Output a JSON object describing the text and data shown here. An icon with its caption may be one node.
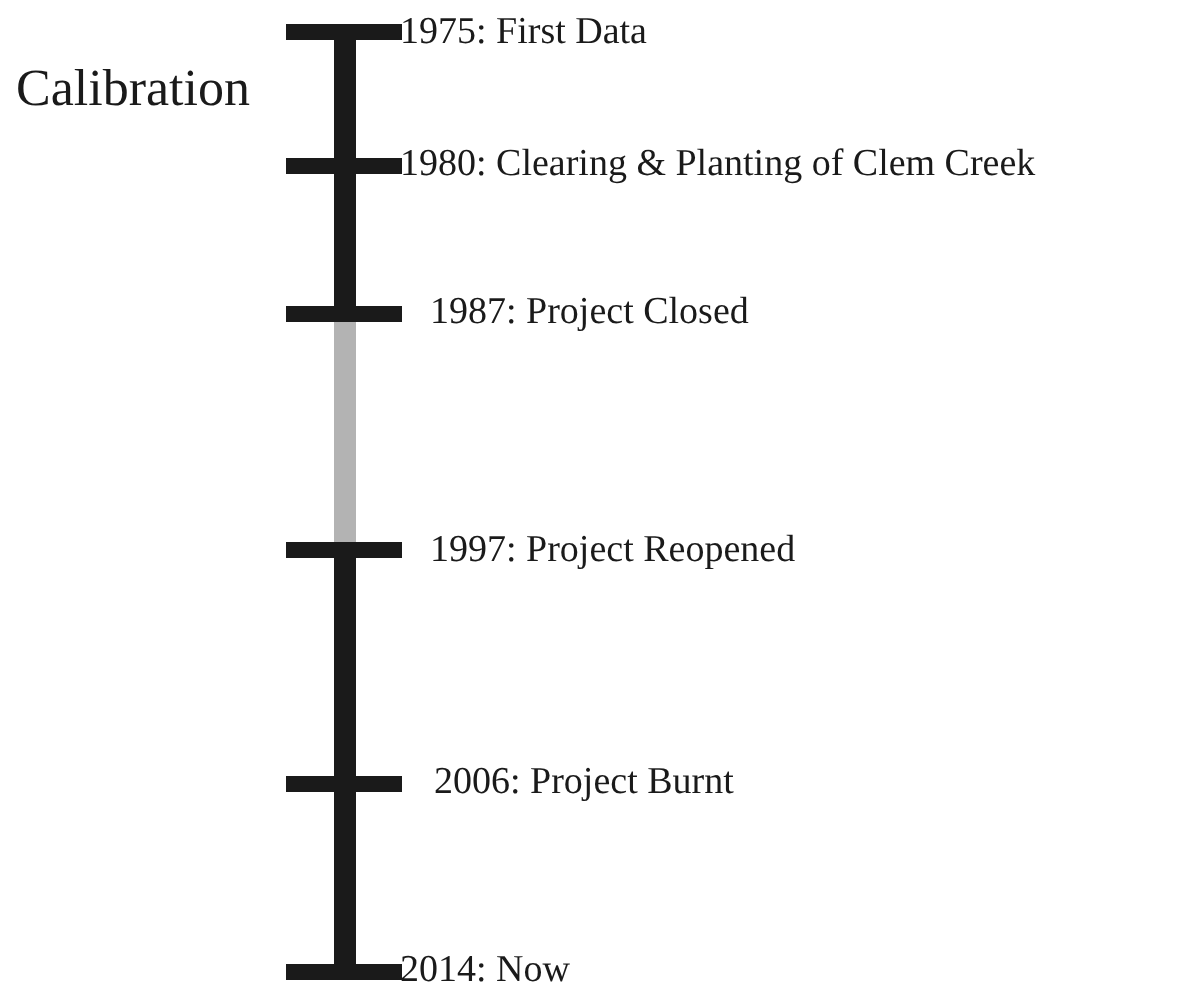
{
  "diagram": {
    "labels": [
      "Calibration",
      "1975: First Data",
      "1980: Clearing & Planting of Clem Creek",
      "1987: Project Closed",
      "1997: Project Reopened",
      "2006: Project Burnt",
      "2014: Now"
    ]
  }
}
